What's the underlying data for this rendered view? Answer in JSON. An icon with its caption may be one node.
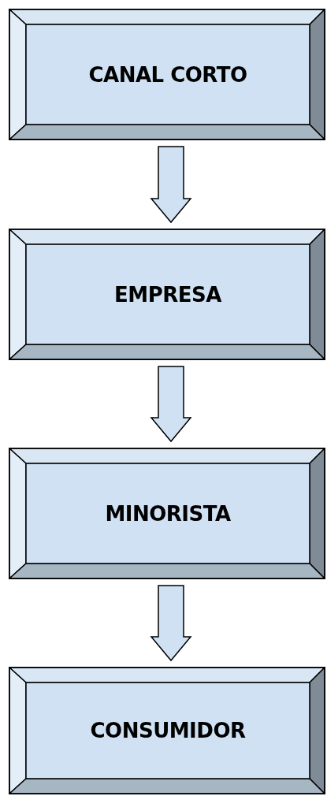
{
  "diagram": {
    "nodes": [
      {
        "text": [
          "CANAL CORTO"
        ]
      },
      {
        "text": [
          "EMPRESA"
        ]
      },
      {
        "text": [
          "MINORISTA"
        ]
      },
      {
        "text": [
          "CONSUMIDOR"
        ]
      }
    ],
    "edges": [
      {
        "from": 0,
        "to": 1,
        "arrow": "to"
      },
      {
        "from": 1,
        "to": 2,
        "arrow": "to"
      },
      {
        "from": 2,
        "to": 3,
        "arrow": "to"
      }
    ]
  }
}
